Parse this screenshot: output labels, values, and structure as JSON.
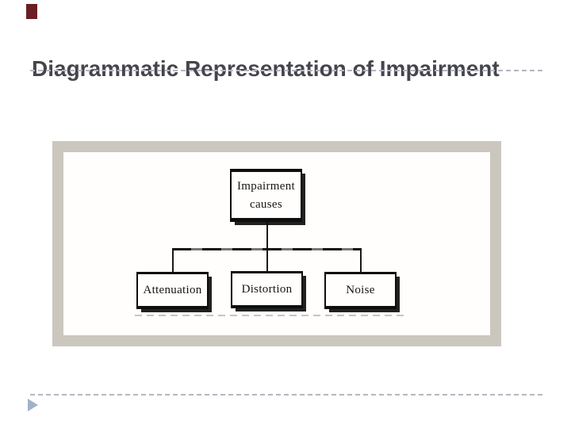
{
  "slide": {
    "title": "Diagrammatic Representation of Impairment",
    "colors": {
      "title_text": "#45454d",
      "accent_rect": "#6a1f22",
      "divider": "#b4b7bf",
      "nav_arrow": "#a1b3c7",
      "image_frame": "#cbc7bf",
      "diagram_ink": "#121212"
    }
  },
  "diagram": {
    "root": {
      "label": "Impairment causes"
    },
    "children": [
      {
        "label": "Attenuation"
      },
      {
        "label": "Distortion"
      },
      {
        "label": "Noise"
      }
    ]
  }
}
